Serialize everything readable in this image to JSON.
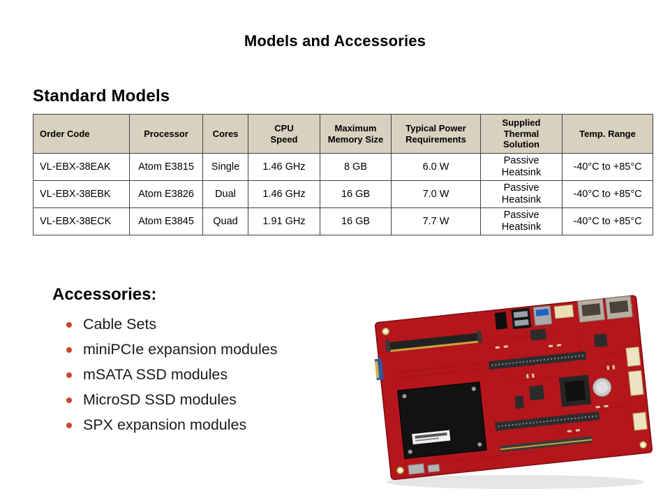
{
  "slide": {
    "title": "Models and Accessories",
    "section_heading": "Standard Models"
  },
  "models_table": {
    "headers": [
      "Order Code",
      "Processor",
      "Cores",
      "CPU Speed",
      "Maximum Memory Size",
      "Typical Power Requirements",
      "Supplied Thermal Solution",
      "Temp. Range"
    ],
    "rows": [
      [
        "VL-EBX-38EAK",
        "Atom E3815",
        "Single",
        "1.46 GHz",
        "8 GB",
        "6.0 W",
        "Passive Heatsink",
        "-40°C to +85°C"
      ],
      [
        "VL-EBX-38EBK",
        "Atom E3826",
        "Dual",
        "1.46 GHz",
        "16 GB",
        "7.0 W",
        "Passive Heatsink",
        "-40°C to +85°C"
      ],
      [
        "VL-EBX-38ECK",
        "Atom E3845",
        "Quad",
        "1.91 GHz",
        "16 GB",
        "7.7 W",
        "Passive Heatsink",
        "-40°C to +85°C"
      ]
    ]
  },
  "accessories": {
    "heading": "Accessories:",
    "items": [
      "Cable Sets",
      "miniPCIe expansion modules",
      "mSATA SSD modules",
      "MicroSD SSD modules",
      "SPX expansion modules"
    ]
  },
  "colors": {
    "table_header_bg": "#d9d1c0",
    "bullet": "#c9452e",
    "board_red": "#b4161c"
  }
}
